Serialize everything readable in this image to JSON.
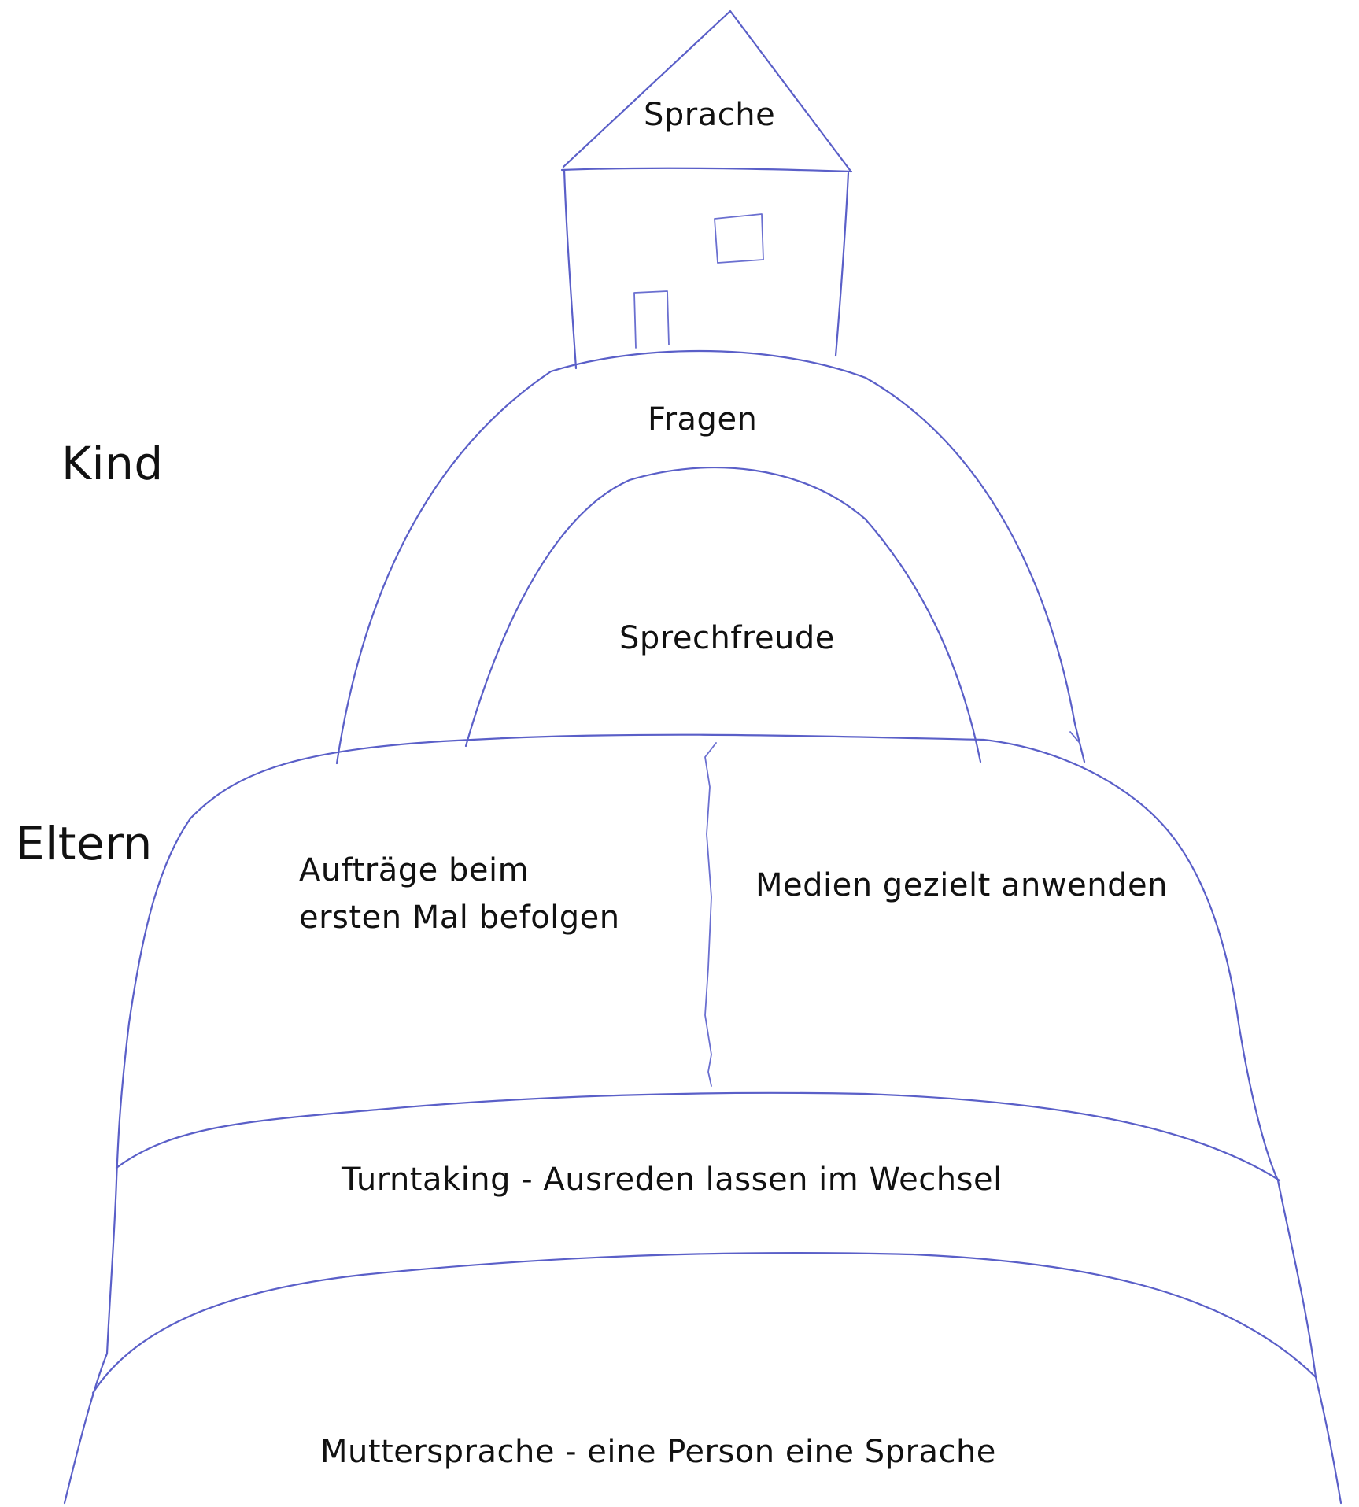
{
  "colors": {
    "pen": "#5a5fc8",
    "text": "#111111",
    "background": "#ffffff"
  },
  "labels": {
    "roof": "Sprache",
    "kind": "Kind",
    "eltern": "Eltern",
    "fragen": "Fragen",
    "sprechfreude": "Sprechfreude",
    "auftraege_line1": "Aufträge beim",
    "auftraege_line2": "ersten Mal befolgen",
    "medien": "Medien gezielt anwenden",
    "turntaking": "Turntaking - Ausreden lassen im Wechsel",
    "muttersprache": "Muttersprache - eine Person eine Sprache"
  }
}
